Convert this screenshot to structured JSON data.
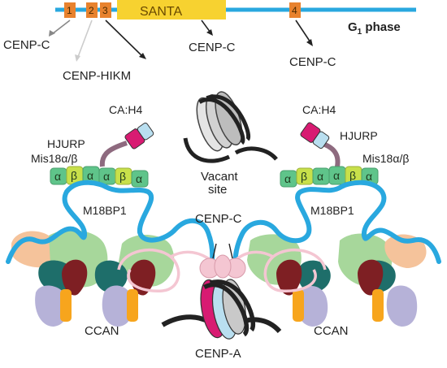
{
  "colors": {
    "backbone": "#29a8df",
    "domain_box": "#e8822e",
    "santa": "#f7d230",
    "alpha": "#5fc48a",
    "beta": "#c8e04a",
    "ccan_green": "#a7d79b",
    "ccan_teal": "#1e6e6a",
    "ccan_peach": "#f5c39b",
    "ccan_lilac": "#b6b2d8",
    "ccan_maroon": "#7e1f23",
    "ccan_orange": "#f7a51d",
    "cenpc_pink": "#f4c6d2",
    "cenpa_magenta": "#d81b72",
    "cenpa_lightblue": "#b9dff0",
    "dna": "#222222"
  },
  "domain_map": {
    "domains": [
      "1",
      "2",
      "3",
      "4"
    ],
    "santa_label": "SANTA",
    "phase_label": "G",
    "phase_subscript": "1",
    "phase_suffix": " phase",
    "targets": [
      "CENP-C",
      "CENP-HIKM",
      "CENP-C",
      "CENP-C"
    ]
  },
  "labels": {
    "ca_h4": "CA:H4",
    "hjurp": "HJURP",
    "mis18": "Mis18α/β",
    "m18bp1": "M18BP1",
    "vacant": "Vacant",
    "site": "site",
    "cenp_c": "CENP-C",
    "ccan": "CCAN",
    "cenp_a": "CENP-A"
  },
  "mis18_complex": [
    "α",
    "β",
    "α",
    "α",
    "β",
    "α"
  ]
}
